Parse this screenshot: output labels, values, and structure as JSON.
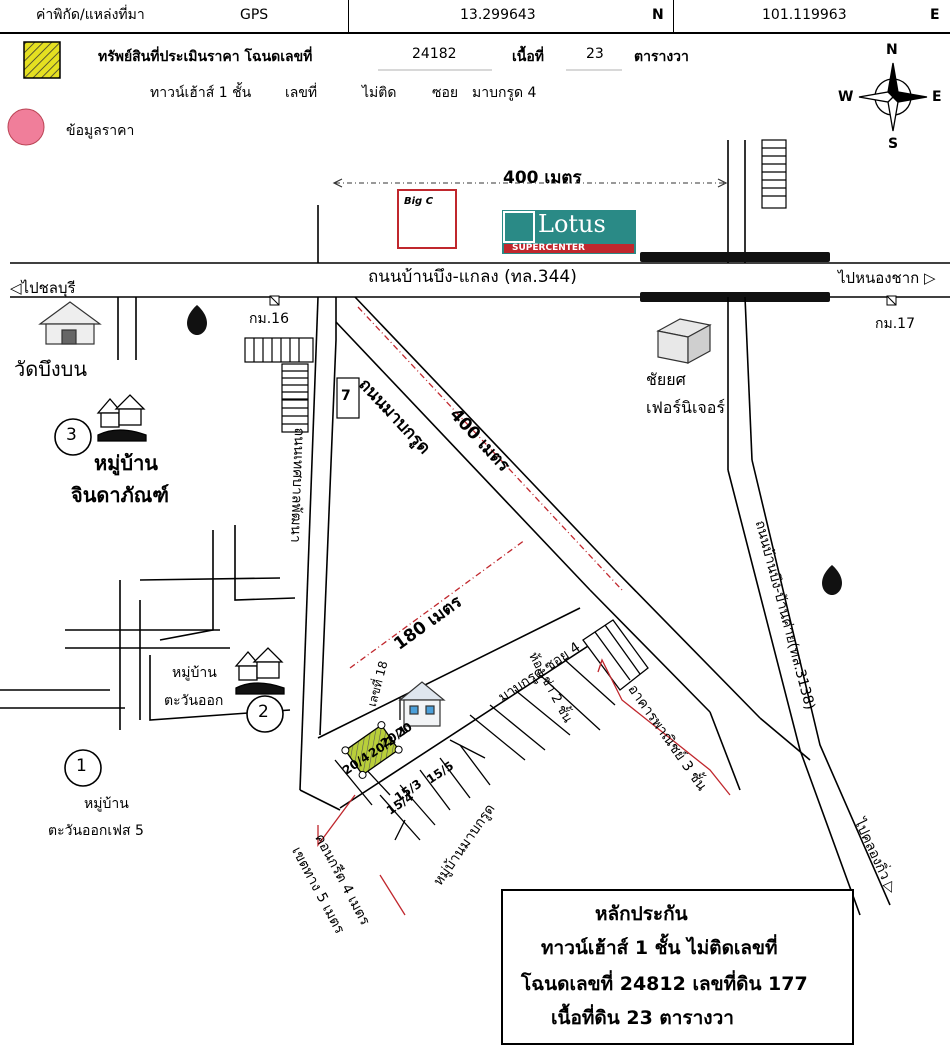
{
  "header": {
    "coord_label": "ค่าพิกัด/แหล่งที่มา",
    "source": "GPS",
    "lat": "13.299643",
    "lat_dir": "N",
    "lon": "101.119963",
    "lon_dir": "E"
  },
  "info": {
    "asset_label": "ทรัพย์สินที่ประเมินราคา โฉนดเลขที่",
    "deed_no": "24182",
    "area_label": "เนื้อที่",
    "area_value": "23",
    "area_unit": "ตารางวา",
    "type_label": "ทาวน์เฮ้าส์ 1 ชั้น",
    "house_no_label": "เลขที่",
    "house_no_value": "ไม่ติด",
    "soi_label": "ซอย",
    "soi_value": "มาบกรูด 4",
    "price_info_label": "ข้อมูลราคา"
  },
  "compass": {
    "n": "N",
    "s": "S",
    "e": "E",
    "w": "W"
  },
  "map": {
    "dist_top": "400 เมตร",
    "dist_diag": "400 เมตร",
    "dist_mid": "180 เมตร",
    "main_road": "ถนนบ้านบึง-แกลง (ทล.344)",
    "to_left": "◁ไปชลบุรี",
    "to_right": "ไปหนองชาก ▷",
    "km16": "กม.16",
    "km17": "กม.17",
    "temple": "วัดบึงบน",
    "big_c": "Big C",
    "lotus": "Lotus",
    "lotus_sub": "SUPERCENTER",
    "seven": "7",
    "road_mabkrud": "ถนนมาบกรูด",
    "road_thesaban": "ถนนเทศบาลพัฒนา",
    "road_ban_bueng": "ถนนบ้านบึง-บ้านค่าย(ทล.3138)",
    "chaiyot_1": "ชัยยศ",
    "chaiyot_2": "เฟอร์นิเจอร์",
    "village3_no": "3",
    "village3_1": "หมู่บ้าน",
    "village3_2": "จินดาภัณฑ์",
    "village2_no": "2",
    "village2_1": "หมู่บ้าน",
    "village2_2": "ตะวันออก",
    "village1_no": "1",
    "village1_1": "หมู่บ้าน",
    "village1_2": "ตะวันออกเฟส 5",
    "lot_label": "เลขที่ 18",
    "unit_20_1": "20",
    "unit_20_2": "20/1",
    "unit_20_3": "20/2",
    "unit_20_4": "20/4",
    "unit_15_5": "15/5",
    "unit_15_3": "15/3",
    "unit_15_4": "15/4",
    "soi4_label": "มาบกรูด ซอย 4",
    "rent_room": "ห้องเช่า 2 ชั้น",
    "commercial": "อาคารพาณิชย์ 3 ชั้น",
    "concrete": "คอนกรีต 4 เมตร",
    "easement": "เขตทาง 5 เมตร",
    "village_mabkrud": "หมู่บ้านมาบกรูด",
    "to_klong_kiw": "ไปคลองกิ่ว ▷"
  },
  "legend": {
    "collateral": "หลักประกัน",
    "line1": "ทาวน์เฮ้าส์ 1 ชั้น ไม่ติดเลขที่",
    "line2": "โฉนดเลขที่ 24812 เลขที่ดิน 177",
    "line3": "เนื้อที่ดิน 23 ตารางวา"
  },
  "colors": {
    "hatch": "#e5e021",
    "collateral": "#b9cf3a",
    "price_dot": "#f07e9a",
    "red": "#c0272d",
    "lotus": "#2a8a86"
  }
}
